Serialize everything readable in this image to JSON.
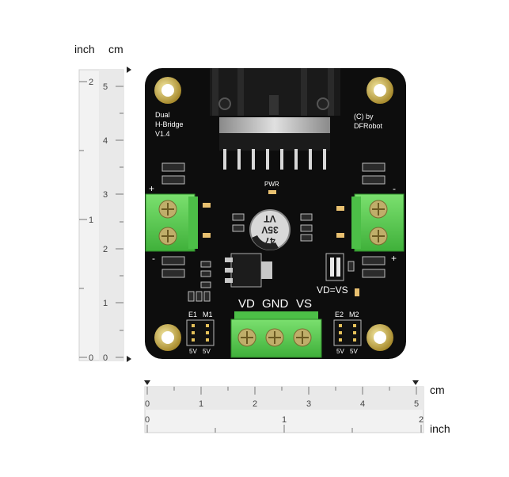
{
  "rulers": {
    "vertical": {
      "unit_left": "inch",
      "unit_right": "cm",
      "inch_ticks": [
        "2",
        "1",
        "0"
      ],
      "cm_ticks": [
        "5",
        "4",
        "3",
        "2",
        "1",
        "0"
      ]
    },
    "horizontal": {
      "unit_top": "cm",
      "unit_bottom": "inch",
      "cm_ticks": [
        "0",
        "1",
        "2",
        "3",
        "4",
        "5"
      ],
      "inch_ticks": [
        "0",
        "1",
        "2"
      ]
    }
  },
  "board": {
    "color": "#0d0d0d",
    "terminal_color": "#5fd35a",
    "gold_color": "#c9a94a",
    "silkscreen": {
      "title_line1": "Dual",
      "title_line2": "H-Bridge",
      "title_line3": "V1.4",
      "copyright_line1": "(C) by",
      "copyright_line2": "DFRobot",
      "pwr": "PWR",
      "plus_left_top": "+",
      "minus_left_bottom": "-",
      "minus_right_top": "-",
      "plus_right_bottom": "+",
      "vd_vs": "VD=VS",
      "power_vd": "VD",
      "power_gnd": "GND",
      "power_vs": "VS",
      "e1": "E1",
      "m1": "M1",
      "e2": "E2",
      "m2": "M2",
      "v5_1": "5V",
      "v5_2": "5V",
      "v5_3": "5V",
      "v5_4": "5V"
    },
    "capacitor": {
      "line1": "47",
      "line2": "35V",
      "line3": "VT"
    }
  }
}
